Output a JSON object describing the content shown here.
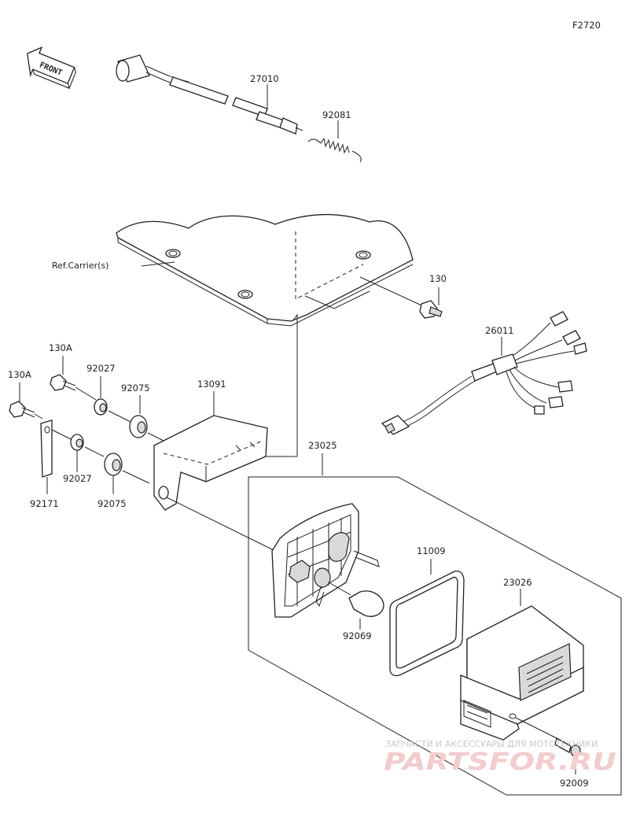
{
  "diagram_code": "F2720",
  "front_label": "FRONT",
  "ref_label": "Ref.Carrier(s)",
  "parts": {
    "p27010": "27010",
    "p92081": "92081",
    "p130": "130",
    "p26011": "26011",
    "p130A_1": "130A",
    "p130A_2": "130A",
    "p92027_1": "92027",
    "p92027_2": "92027",
    "p92075_1": "92075",
    "p92075_2": "92075",
    "p13091": "13091",
    "p92171": "92171",
    "p23025": "23025",
    "p11009": "11009",
    "p23026": "23026",
    "p92069": "92069",
    "p92009": "92009"
  },
  "watermark": {
    "top": "ЗАПЧАСТИ И АКСЕССУАРЫ ДЛЯ МОТОТЕХНИКИ",
    "brand": "PARTSFOR.RU"
  },
  "colors": {
    "line": "#222222",
    "watermark": "#e8a8a8"
  }
}
